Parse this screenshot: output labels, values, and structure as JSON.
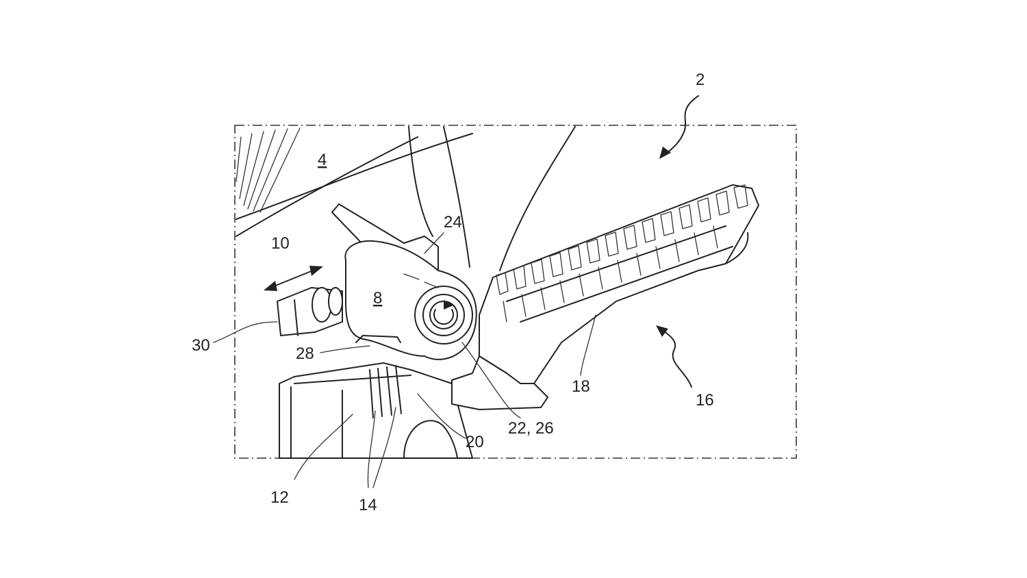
{
  "figure": {
    "reference_labels": {
      "ref_2": "2",
      "ref_4": "4",
      "ref_8": "8",
      "ref_10": "10",
      "ref_12": "12",
      "ref_14": "14",
      "ref_16": "16",
      "ref_18": "18",
      "ref_20": "20",
      "ref_22_26": "22, 26",
      "ref_24": "24",
      "ref_28": "28",
      "ref_30": "30"
    },
    "colors": {
      "line": "#222222",
      "background": "#ffffff"
    }
  }
}
